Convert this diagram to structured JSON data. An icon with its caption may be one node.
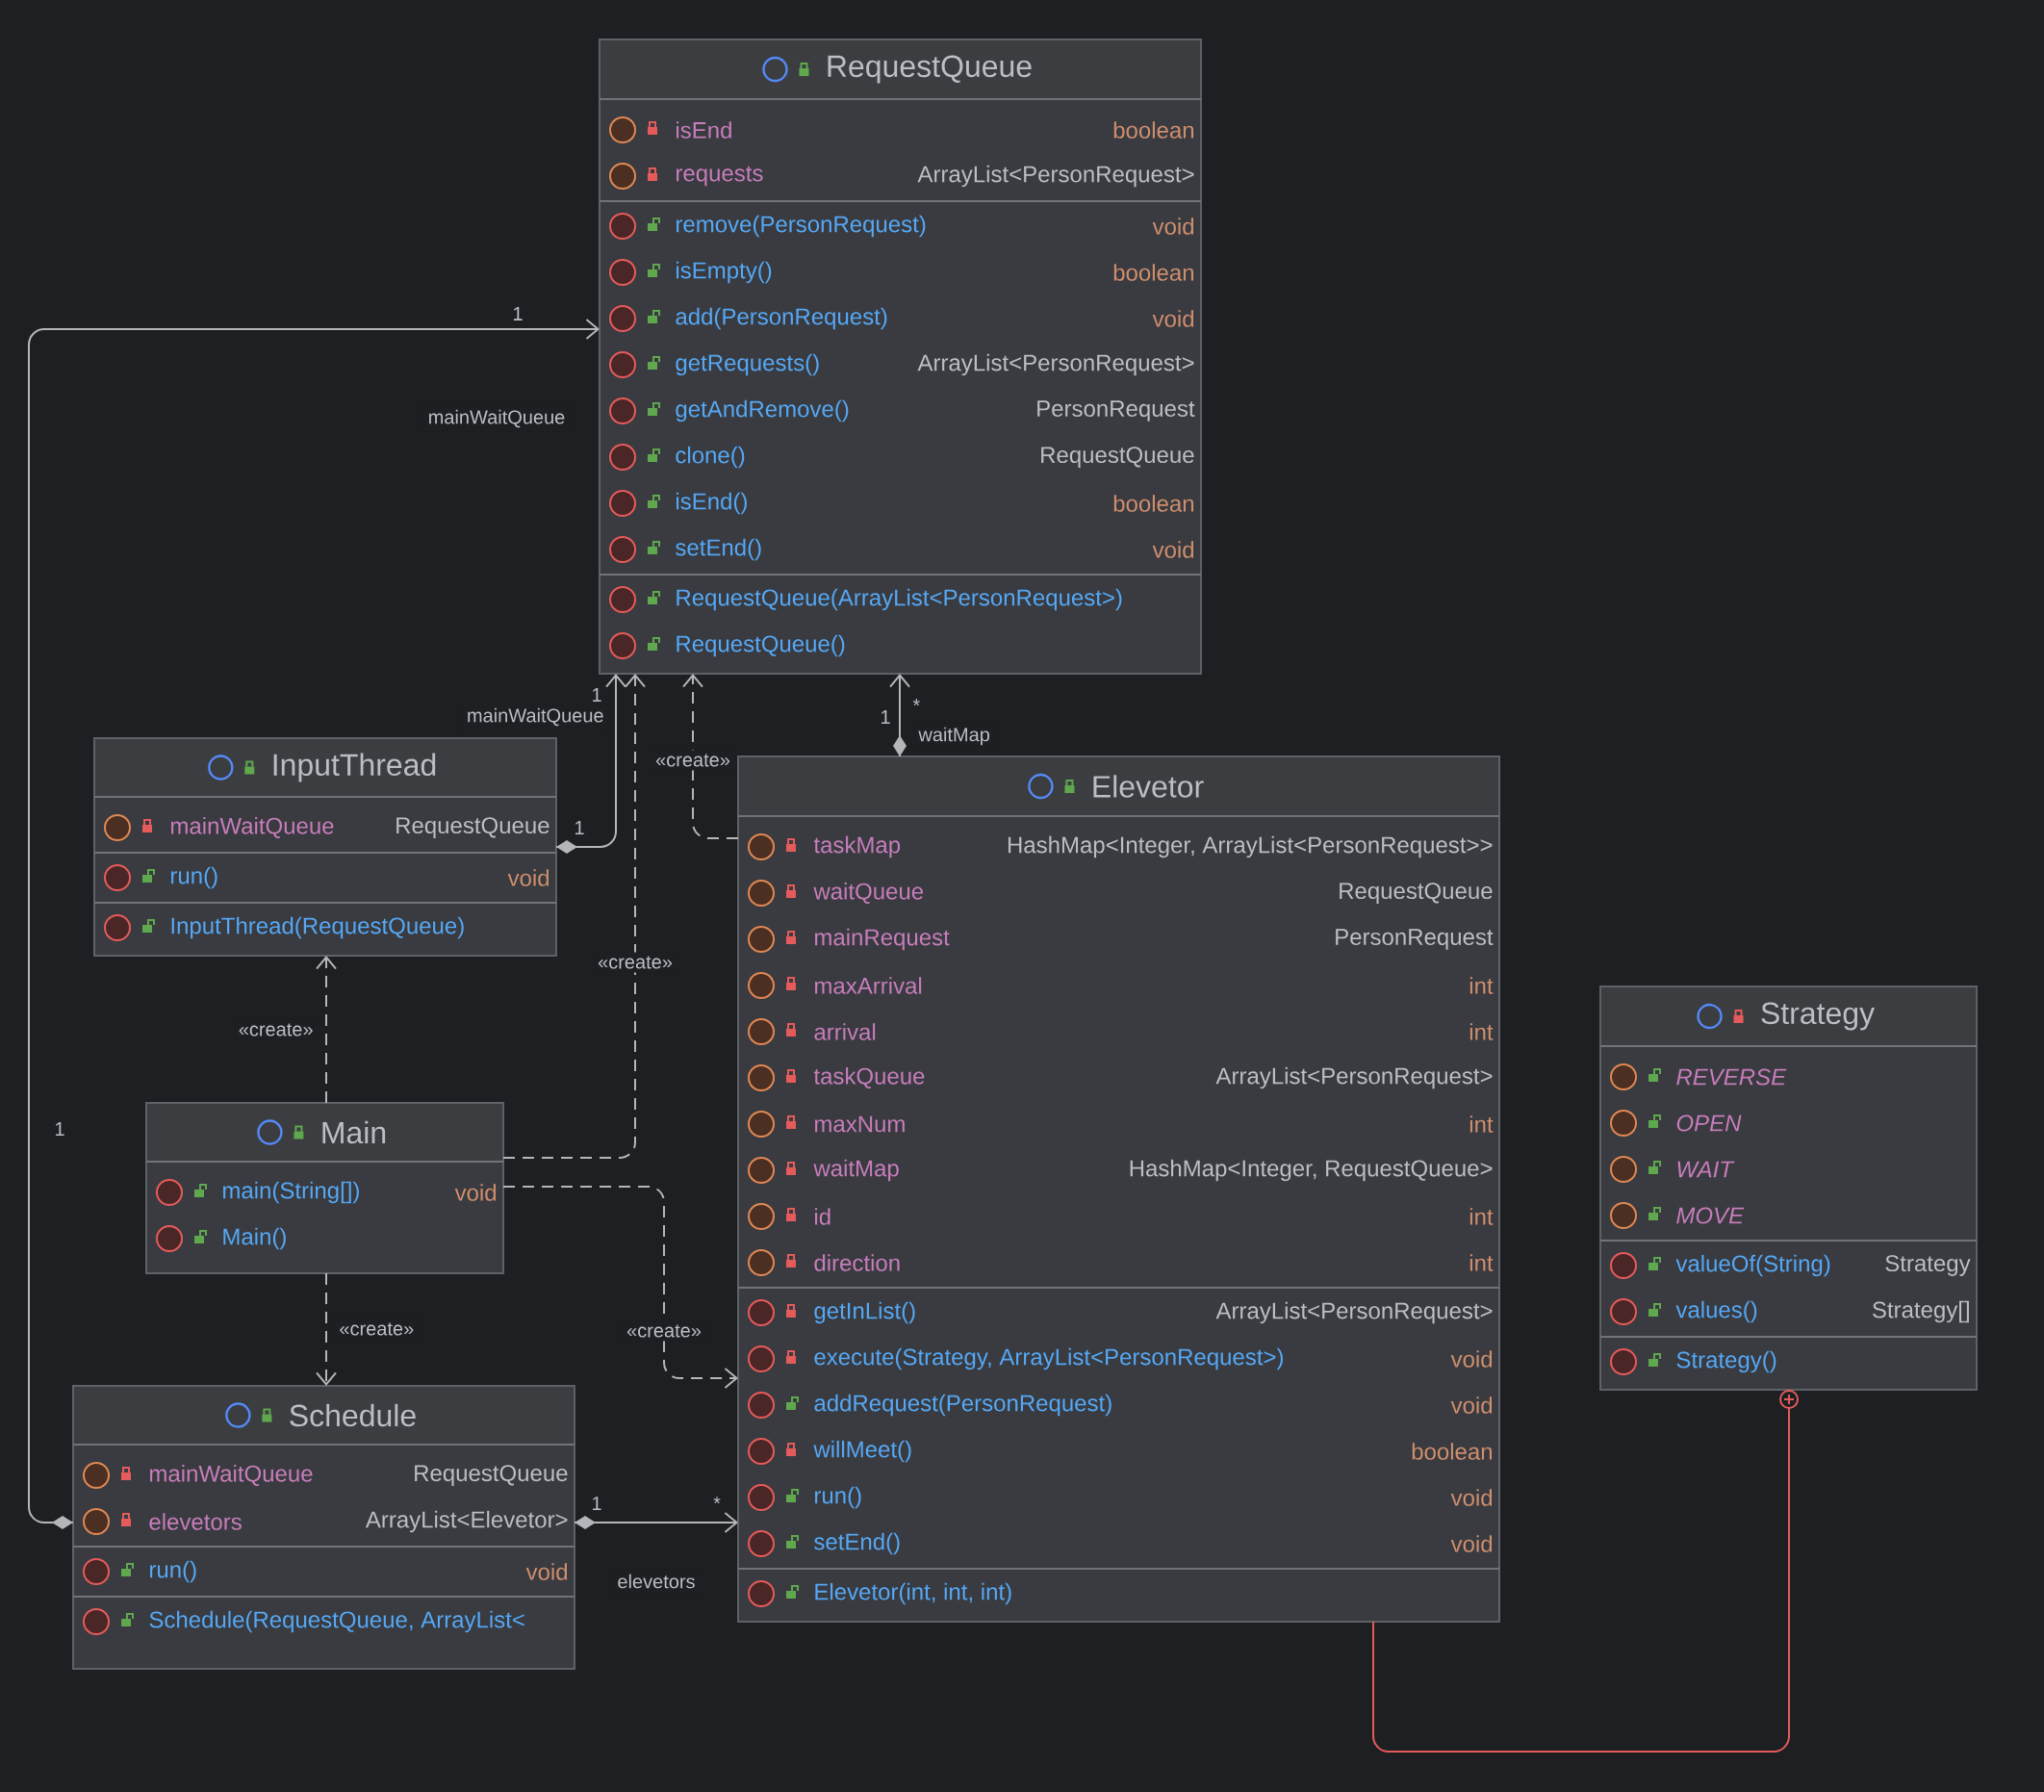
{
  "diagram": {
    "nodes": [
      {
        "text": [
          "RequestQueue",
          "isEnd",
          "boolean",
          "requests",
          "ArrayList<PersonRequest>",
          "remove(PersonRequest)",
          "void",
          "isEmpty()",
          "boolean",
          "add(PersonRequest)",
          "void",
          "getRequests()",
          "ArrayList<PersonRequest>",
          "getAndRemove()",
          "PersonRequest",
          "clone()",
          "RequestQueue",
          "isEnd()",
          "boolean",
          "setEnd()",
          "void",
          "RequestQueue(ArrayList<PersonRequest>)",
          "RequestQueue()"
        ]
      },
      {
        "text": [
          "InputThread",
          "mainWaitQueue",
          "RequestQueue",
          "run()",
          "void",
          "InputThread(RequestQueue)"
        ]
      },
      {
        "text": [
          "Elevetor",
          "taskMap",
          "HashMap<Integer, ArrayList<PersonRequest>>",
          "waitQueue",
          "RequestQueue",
          "mainRequest",
          "PersonRequest",
          "maxArrival",
          "int",
          "arrival",
          "int",
          "taskQueue",
          "ArrayList<PersonRequest>",
          "maxNum",
          "int",
          "waitMap",
          "HashMap<Integer, RequestQueue>",
          "id",
          "int",
          "direction",
          "int",
          "getInList()",
          "ArrayList<PersonRequest>",
          "execute(Strategy, ArrayList<PersonRequest>)",
          "void",
          "addRequest(PersonRequest)",
          "void",
          "willMeet()",
          "boolean",
          "run()",
          "void",
          "setEnd()",
          "void",
          "Elevetor(int, int, int)"
        ]
      },
      {
        "text": [
          "Main",
          "main(String[])",
          "void",
          "Main()"
        ]
      },
      {
        "text": [
          "Schedule",
          "mainWaitQueue",
          "RequestQueue",
          "elevetors",
          "ArrayList<Elevetor>",
          "run()",
          "void",
          "Schedule(RequestQueue, ArrayList<"
        ]
      },
      {
        "text": [
          "Strategy",
          "REVERSE",
          "OPEN",
          "WAIT",
          "MOVE",
          "valueOf(String)",
          "Strategy",
          "values()",
          "Strategy[]",
          "Strategy()"
        ]
      }
    ],
    "edges": [
      {
        "from": 4,
        "to": 0,
        "arrow": "to",
        "label": "mainWaitQueue"
      },
      {
        "from": 1,
        "to": 0,
        "arrow": "to",
        "label": "mainWaitQueue"
      },
      {
        "from": 2,
        "to": 0,
        "arrow": "to",
        "label": "waitMap"
      },
      {
        "from": 2,
        "to": 0,
        "arrow": "to",
        "label": "«create»",
        "style": "dashed"
      },
      {
        "from": 3,
        "to": 1,
        "arrow": "to",
        "label": "«create»",
        "style": "dashed"
      },
      {
        "from": 3,
        "to": 4,
        "arrow": "to",
        "label": "«create»",
        "style": "dashed"
      },
      {
        "from": 3,
        "to": 0,
        "arrow": "to",
        "label": "«create»",
        "style": "dashed"
      },
      {
        "from": 3,
        "to": 2,
        "arrow": "to",
        "label": "«create»",
        "style": "dashed"
      },
      {
        "from": 4,
        "to": 2,
        "arrow": "to",
        "label": "elevetors"
      },
      {
        "from": 2,
        "to": 5,
        "arrow": "other",
        "color": "#e55b5b"
      }
    ],
    "labels": [
      "1",
      "1",
      "*",
      "1",
      "1",
      "1",
      "1",
      "*"
    ]
  }
}
